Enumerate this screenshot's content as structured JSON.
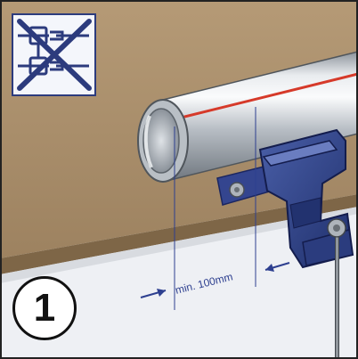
{
  "step": {
    "number": "1"
  },
  "measurement": {
    "label": "min. 100mm"
  },
  "icons": {
    "warning": "crossed-out-clamp-icon",
    "clamp": "pipe-clamp"
  },
  "colors": {
    "wall": "#a98e6a",
    "floor": "#eef0f4",
    "pipe": "#c9ced4",
    "pipe_stripe": "#d63a2a",
    "clamp": "#2b3f86",
    "measure_line": "#2d3f8f",
    "icon_cross": "#2c3b7d"
  }
}
